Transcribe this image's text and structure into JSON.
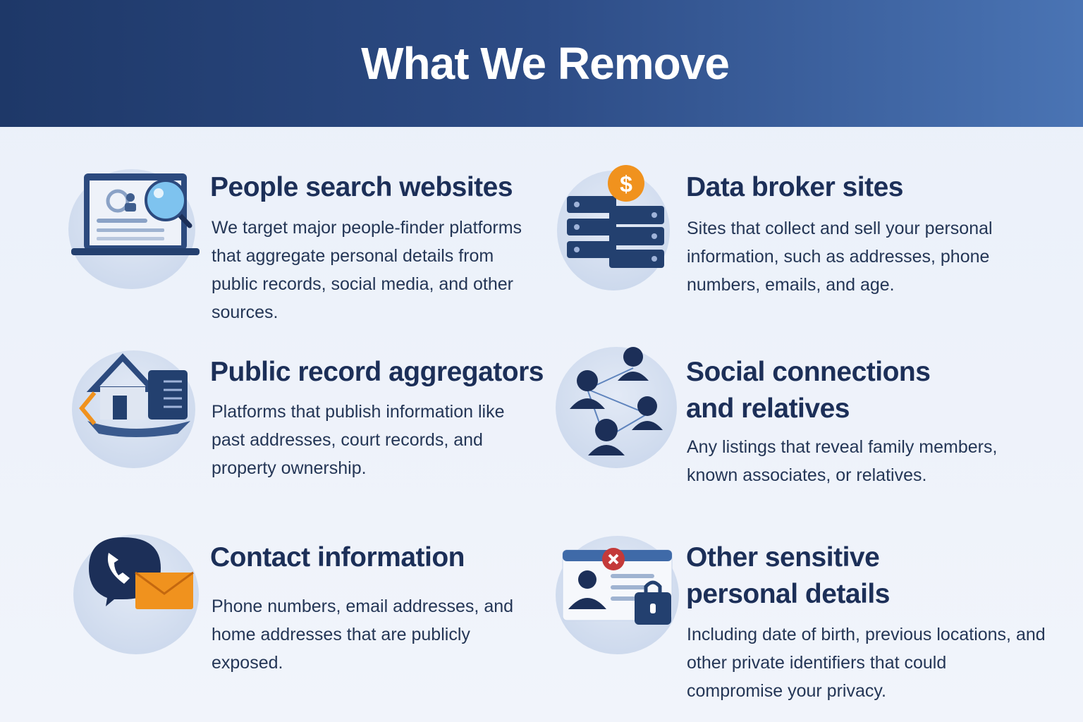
{
  "header": {
    "title": "What We Remove"
  },
  "items": [
    {
      "title": "People search websites",
      "description": "We target major people-finder platforms that aggregate personal details from public records, social media, and other sources.",
      "icon": "laptop-search-icon"
    },
    {
      "title": "Data broker sites",
      "description": "Sites that collect and sell your personal information, such as addresses, phone numbers, emails, and age.",
      "icon": "server-dollar-icon"
    },
    {
      "title": "Public record aggregators",
      "description": "Platforms that publish information like past addresses, court records, and property ownership.",
      "icon": "house-records-icon"
    },
    {
      "title": "Social connections and relatives",
      "description": "Any listings that reveal family members, known associates, or relatives.",
      "icon": "people-network-icon"
    },
    {
      "title": "Contact information",
      "description": "Phone numbers, email addresses, and home addresses that are publicly exposed.",
      "icon": "phone-email-icon"
    },
    {
      "title": "Other sensitive personal details",
      "description": "Including date of birth, previous locations, and other private identifiers that could compromise your privacy.",
      "icon": "id-card-lock-icon"
    }
  ],
  "colors": {
    "header_start": "#1e3868",
    "header_end": "#4a74b4",
    "title": "#1c2f58",
    "accent": "#e88a1e"
  }
}
